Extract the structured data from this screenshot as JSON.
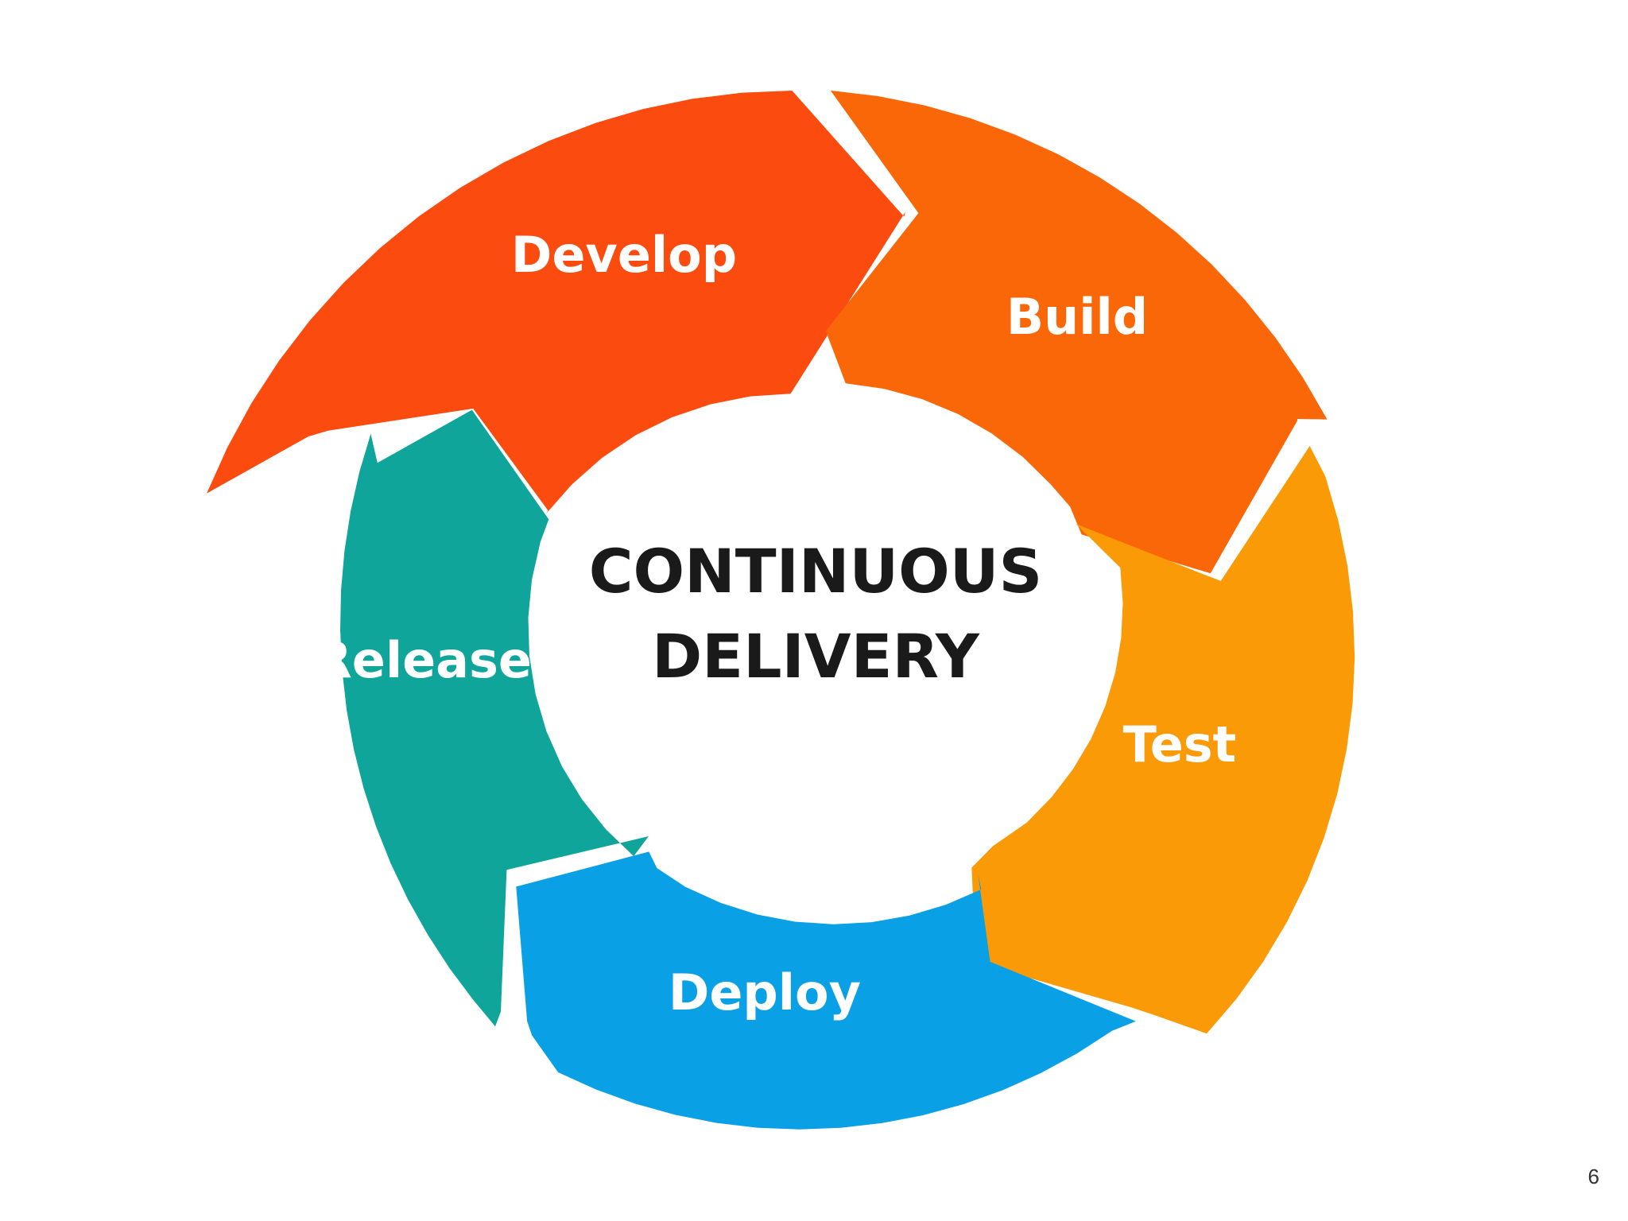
{
  "diagram": {
    "center": {
      "line1": "CONTINUOUS",
      "line2": "DELIVERY",
      "color": "#1a1a1a"
    },
    "segments": [
      {
        "label": "Develop",
        "color": "#fb4b0e"
      },
      {
        "label": "Build",
        "color": "#fa6708"
      },
      {
        "label": "Test",
        "color": "#fa9a07"
      },
      {
        "label": "Deploy",
        "color": "#0aa0e6"
      },
      {
        "label": "Release",
        "color": "#0fa59a"
      }
    ]
  },
  "page_number": "6"
}
